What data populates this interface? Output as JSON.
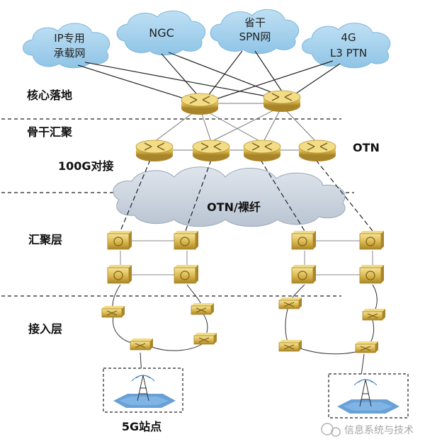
{
  "clouds": {
    "ip": [
      "IP专用",
      "承载网"
    ],
    "ngc": [
      "NGC"
    ],
    "spn": [
      "省干",
      "SPN网"
    ],
    "ptn": [
      "4G",
      "L3 PTN"
    ],
    "otn": [
      "OTN/裸纤"
    ]
  },
  "layers": {
    "core": "核心落地",
    "backbone": "骨干汇聚",
    "conn": "100G对接",
    "agg": "汇聚层",
    "access": "接入层"
  },
  "otn_label": "OTN",
  "site_label": "5G站点",
  "watermark": "信息系统与技术",
  "colors": {
    "cloud_fill": "#a9d4ee",
    "cloud_stroke": "#6aa9d4",
    "otn_cloud": "#c9d2de",
    "device_face": "#d9b64a",
    "device_top": "#f2dc86",
    "device_dark": "#a9852a",
    "line": "#333333",
    "light_line": "#9a9a9a",
    "divider": "#444444"
  }
}
